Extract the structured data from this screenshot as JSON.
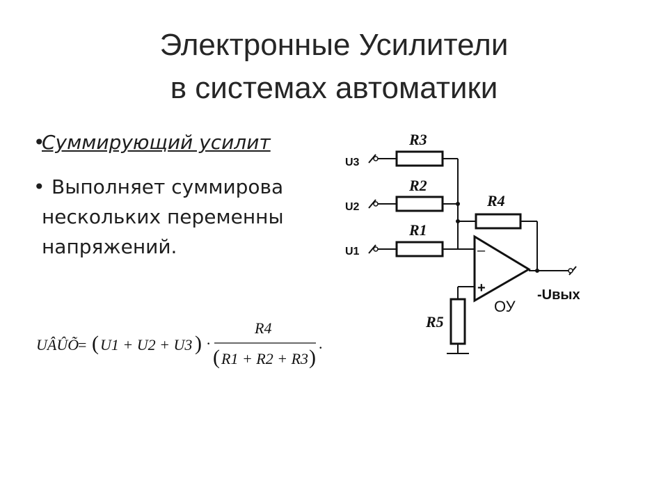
{
  "title": {
    "line1": "Электронные Усилители",
    "line2": "в системах автоматики"
  },
  "bullets": [
    {
      "text": "Суммирующий усилит"
    },
    {
      "lines": [
        "Выполняет суммирова",
        "нескольких переменны",
        "напряжений."
      ]
    }
  ],
  "circuit": {
    "labels": {
      "r3": "R3",
      "r2": "R2",
      "r1": "R1",
      "r4": "R4",
      "r5": "R5",
      "u3": "U3",
      "u2": "U2",
      "u1": "U1",
      "minus": "–",
      "plus": "+",
      "opamp": "ОУ",
      "out": "-Uвых"
    }
  },
  "formula": {
    "lhs": "UÂÛÕ",
    "eq": "=",
    "sum": "U1 + U2 + U3",
    "dot": "·",
    "numerator": "R4",
    "denominator": "R1 + R2 + R3",
    "end": "."
  }
}
